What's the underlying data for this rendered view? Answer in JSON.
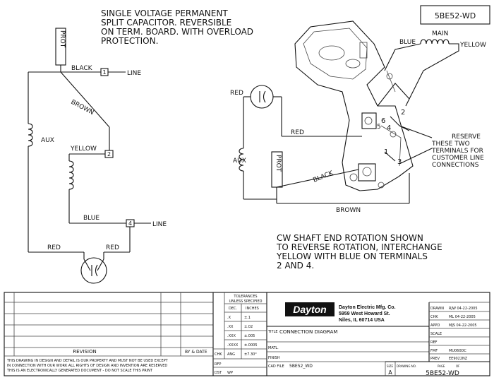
{
  "drawing_id": "5BE52-WD",
  "description": [
    "SINGLE VOLTAGE PERMANENT",
    "SPLIT CAPACITOR. REVERSIBLE",
    "ON TERM. BOARD. WITH OVERLOAD",
    "PROTECTION."
  ],
  "left": {
    "prot": "PROT",
    "black": "BLACK",
    "term1": "1",
    "line1": "LINE",
    "brown": "BROWN",
    "aux": "AUX",
    "yellow": "YELLOW",
    "term2": "2",
    "blue": "BLUE",
    "term4": "4",
    "line2": "LINE",
    "red1": "RED",
    "red2": "RED"
  },
  "right": {
    "main": "MAIN",
    "blue": "BLUE",
    "yellow": "YELLOW",
    "red_cap": "RED",
    "red": "RED",
    "aux": "AUX",
    "prot": "PROT",
    "black": "BLACK",
    "brown": "BROWN",
    "t1": "1",
    "t2": "2",
    "t3": "3",
    "t4": "4",
    "t5": "5",
    "t6": "6",
    "reserve": [
      "RESERVE",
      "THESE TWO",
      "TERMINALS FOR",
      "CUSTOMER LINE",
      "CONNECTIONS"
    ]
  },
  "note": [
    "CW SHAFT END ROTATION SHOWN",
    "TO REVERSE ROTATION, INTERCHANGE",
    "YELLOW WITH BLUE ON TERMINALS",
    "2 AND 4."
  ],
  "title_block": {
    "revision": "REVISION",
    "by_date": "BY & DATE",
    "legal": [
      "THIS DRAWING IN DESIGN AND DETAIL IS OUR PROPERTY AND MUST NOT BE USED EXCEPT",
      "IN CONNECTION WITH OUR WORK ALL RIGHTS OF DESIGN AND INVENTION ARE RESERVED",
      "THIS IS AN ELECTRONICALLY GENERATED DOCUMENT - DO NOT SCALE THIS PRINT"
    ],
    "tol_header": [
      "TOLERANCES",
      "UNLESS SPECIFIED"
    ],
    "tol_cols": [
      "DEC.",
      "INCHES"
    ],
    "tol_rows": [
      [
        ".X",
        "±.1"
      ],
      [
        ".XX",
        "±.02"
      ],
      [
        ".XXX",
        "±.005"
      ],
      [
        ".XXXX",
        "±.0005"
      ]
    ],
    "chk": "CHK",
    "ang": "ANG",
    "ang_val": "±7.30°",
    "rfp": "RFP",
    "dst": "DST",
    "wp": "WP",
    "logo": "Dayton",
    "company": [
      "Dayton Electric Mfg. Co.",
      "5959 West Howard St.",
      "Niles, IL 60714  USA"
    ],
    "title_label": "TITLE",
    "title": "CONNECTION DIAGRAM",
    "matl": "MATL.",
    "finish": "FINISH",
    "cad_file_label": "CAD FILE",
    "cad_file": "5BE52_WD",
    "size_label": "SIZE",
    "size": "A",
    "drawing_no_label": "DRAWING NO.",
    "page_label": "PAGE",
    "of_label": "OF",
    "drawing_no": "5BE52-WD",
    "right_rows": [
      [
        "DRAWN",
        "RJW 04-22-2005"
      ],
      [
        "CHK",
        "ML 04-22-2005"
      ],
      [
        "APPD",
        "MJS 04-22-2005"
      ],
      [
        "SCALE",
        ""
      ],
      [
        "REF",
        ""
      ],
      [
        "FMF",
        "MU060DC"
      ],
      [
        "PREV",
        "EE9022NZ"
      ]
    ]
  }
}
